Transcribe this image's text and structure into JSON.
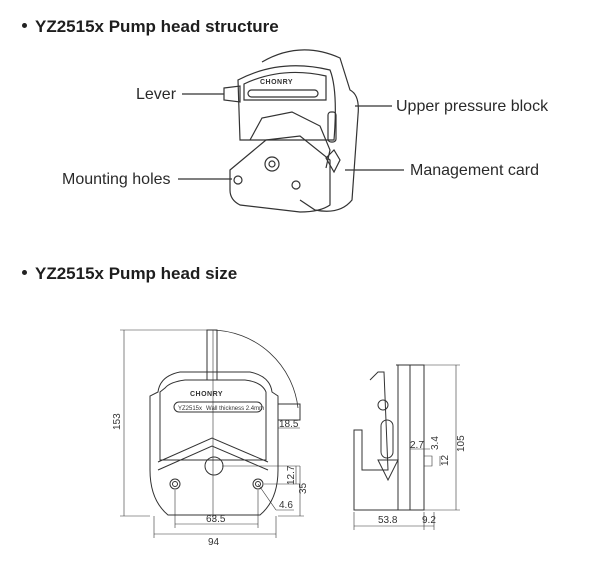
{
  "sections": {
    "structure": {
      "title": "YZ2515x Pump head structure"
    },
    "size": {
      "title": "YZ2515x Pump head size"
    }
  },
  "callouts": {
    "lever": "Lever",
    "mounting_holes": "Mounting holes",
    "upper_pressure_block": "Upper pressure block",
    "management_card": "Management card"
  },
  "device": {
    "brand": "CHONRY",
    "model": "YZ2515x",
    "tube_note": "Wall thickness 2.4mm"
  },
  "dimensions": {
    "front": {
      "height": "153",
      "width": "94",
      "hole_spacing": "63.5",
      "lever_offset": "18.5",
      "center_offset": "12.7",
      "hole_height": "35",
      "hole_diameter": "4.6"
    },
    "side": {
      "height": "105",
      "depth": "53.8",
      "back_offset": "9.2",
      "d_2_7": "2.7",
      "d_3_4": "3.4",
      "d_12": "12"
    }
  }
}
